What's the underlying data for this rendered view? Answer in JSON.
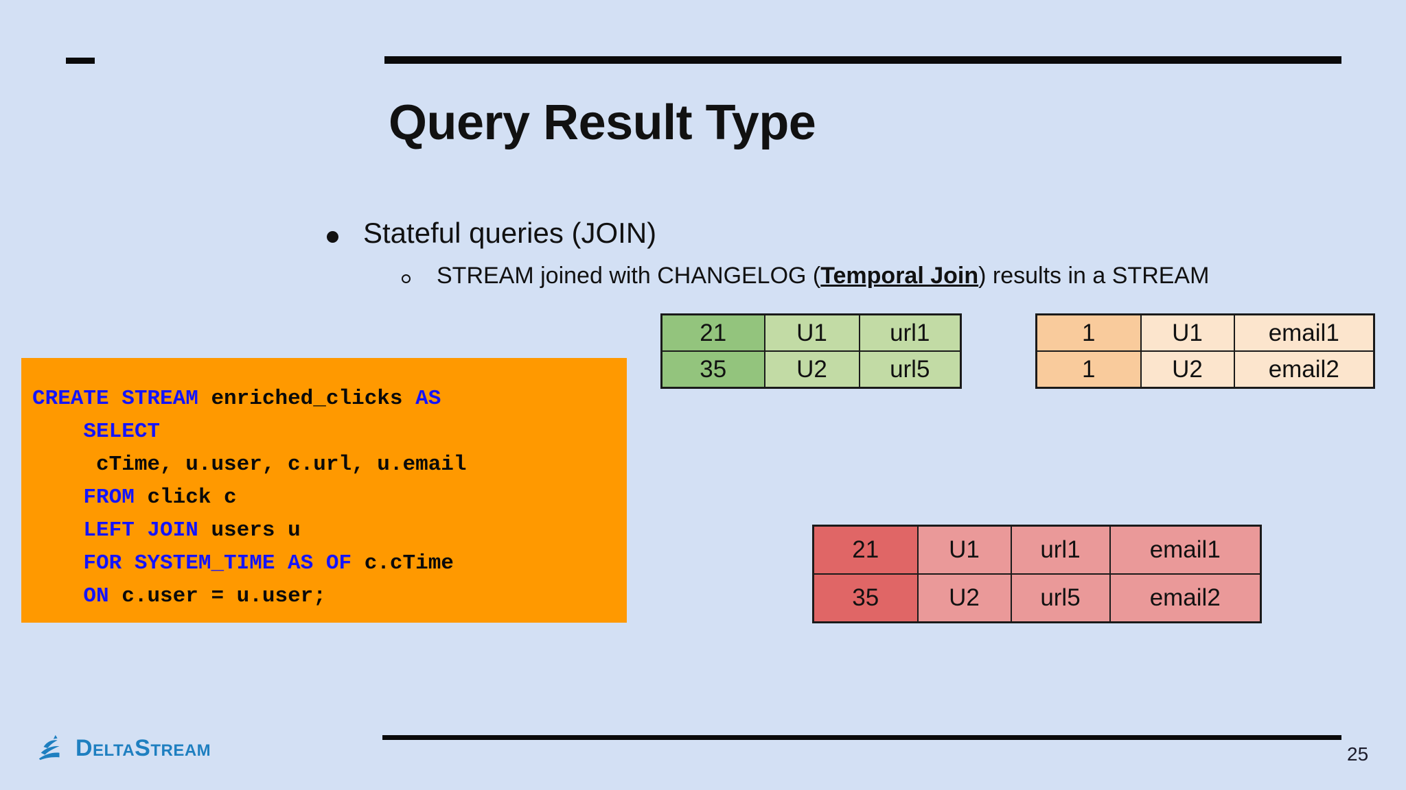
{
  "slide": {
    "title": "Query Result Type",
    "page_number": "25",
    "background_color": "#d3e0f4"
  },
  "bullets": {
    "level1": "Stateful queries (JOIN)",
    "level2": {
      "prefix": "STREAM joined with CHANGELOG (",
      "emphasis": "Temporal Join",
      "suffix": ") results in a STREAM"
    }
  },
  "code": {
    "background_color": "#ff9900",
    "keyword_color": "#1414ff",
    "lines": [
      [
        {
          "t": "CREATE STREAM ",
          "k": true
        },
        {
          "t": "enriched_clicks ",
          "k": false
        },
        {
          "t": "AS",
          "k": true
        }
      ],
      [
        {
          "t": "    SELECT",
          "k": true
        }
      ],
      [
        {
          "t": "     cTime, u.user, c.url, u.email",
          "k": false
        }
      ],
      [
        {
          "t": "    FROM ",
          "k": true
        },
        {
          "t": "click c",
          "k": false
        }
      ],
      [
        {
          "t": "    LEFT JOIN ",
          "k": true
        },
        {
          "t": "users u",
          "k": false
        }
      ],
      [
        {
          "t": "    FOR SYSTEM_TIME AS OF ",
          "k": true
        },
        {
          "t": "c.cTime",
          "k": false
        }
      ],
      [
        {
          "t": "    ON ",
          "k": true
        },
        {
          "t": "c.user = u.user;",
          "k": false
        }
      ]
    ]
  },
  "tables": [
    {
      "id": "table-click",
      "name": "click-stream-table",
      "accent": "#93c47d",
      "fill": "#c2dba5",
      "rows": [
        [
          "21",
          "U1",
          "url1"
        ],
        [
          "35",
          "U2",
          "url5"
        ]
      ]
    },
    {
      "id": "table-users",
      "name": "users-changelog-table",
      "accent": "#f9cb9c",
      "fill": "#fce5cd",
      "rows": [
        [
          "1",
          "U1",
          "email1"
        ],
        [
          "1",
          "U2",
          "email2"
        ]
      ]
    },
    {
      "id": "table-result",
      "name": "enriched-clicks-result-table",
      "accent": "#e06666",
      "fill": "#ea9999",
      "rows": [
        [
          "21",
          "U1",
          "url1",
          "email1"
        ],
        [
          "35",
          "U2",
          "url5",
          "email2"
        ]
      ]
    }
  ],
  "footer": {
    "logo_text": "DeltaStream",
    "logo_color": "#1e7fc0"
  }
}
